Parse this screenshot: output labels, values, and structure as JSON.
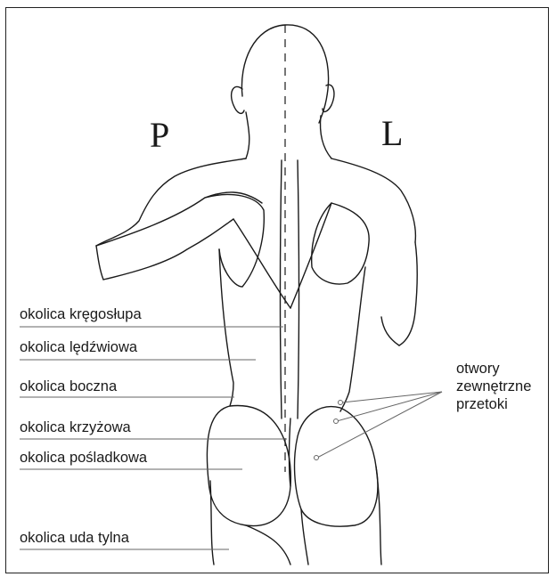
{
  "sides": {
    "right_patient": "P",
    "left_patient": "L"
  },
  "regions": [
    {
      "id": "kregoslup",
      "label": "okolica kręgosłupa"
    },
    {
      "id": "ledzwiowa",
      "label": "okolica lędźwiowa"
    },
    {
      "id": "boczna",
      "label": "okolica boczna"
    },
    {
      "id": "krzyzowa",
      "label": "okolica krzyżowa"
    },
    {
      "id": "posladkowa",
      "label": "okolica pośladkowa"
    },
    {
      "id": "uda",
      "label": "okolica uda tylna"
    }
  ],
  "fistula_openings": {
    "lines": [
      "otwory",
      "zewnętrzne",
      "przetoki"
    ]
  },
  "colors": {
    "ink": "#1a1a1a",
    "leader": "#666666"
  }
}
